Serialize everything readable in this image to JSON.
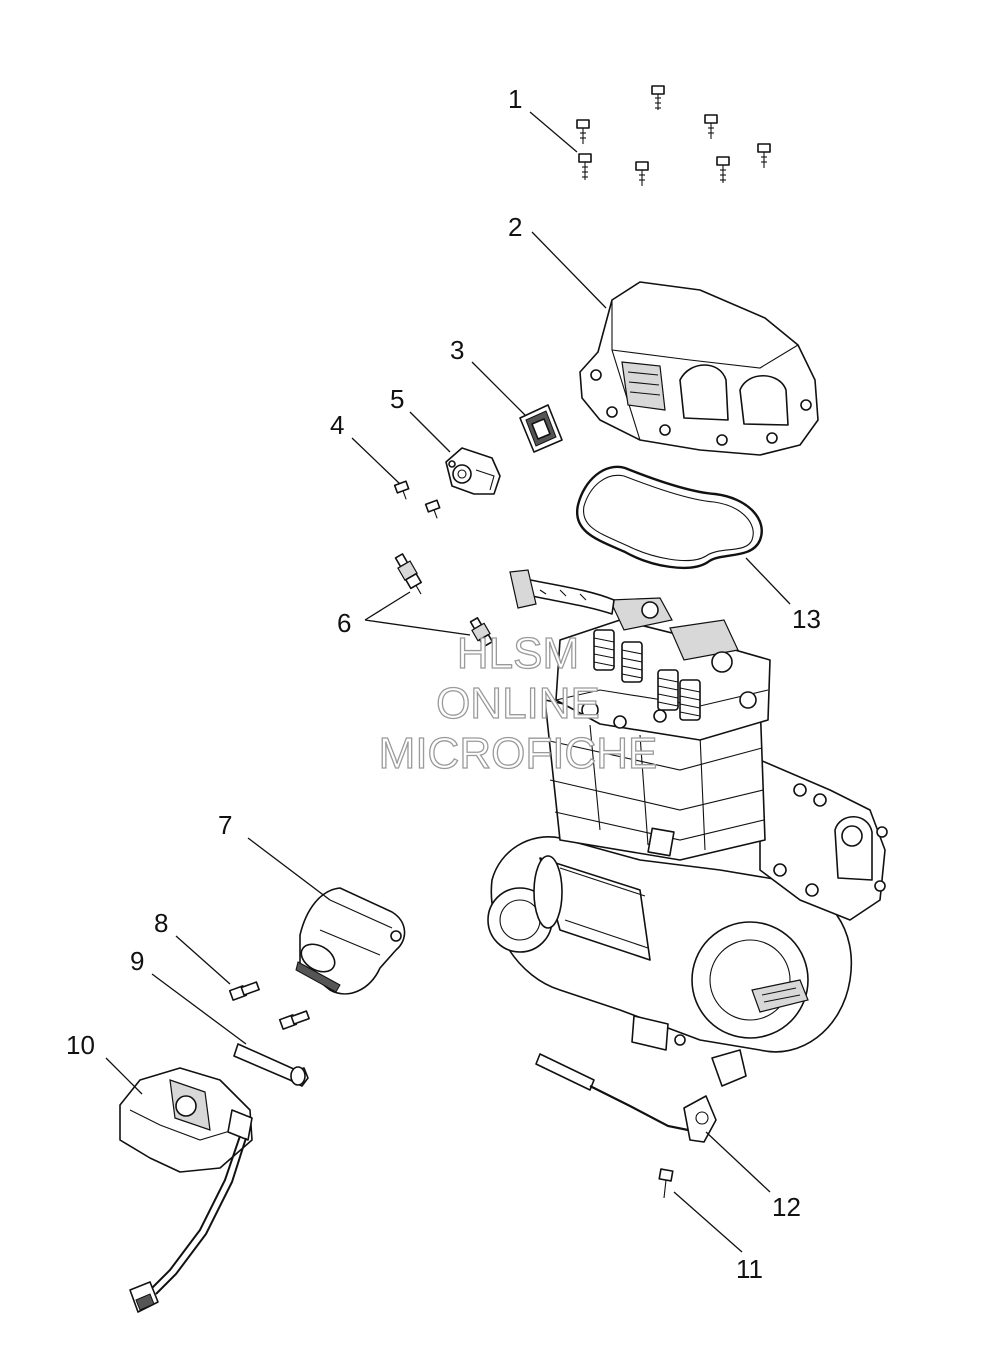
{
  "callouts": [
    {
      "id": "1",
      "label": "1"
    },
    {
      "id": "2",
      "label": "2"
    },
    {
      "id": "3",
      "label": "3"
    },
    {
      "id": "4",
      "label": "4"
    },
    {
      "id": "5",
      "label": "5"
    },
    {
      "id": "6",
      "label": "6"
    },
    {
      "id": "7",
      "label": "7"
    },
    {
      "id": "8",
      "label": "8"
    },
    {
      "id": "9",
      "label": "9"
    },
    {
      "id": "10",
      "label": "10"
    },
    {
      "id": "11",
      "label": "11"
    },
    {
      "id": "12",
      "label": "12"
    },
    {
      "id": "13",
      "label": "13"
    }
  ],
  "watermark": {
    "line1": "HLSM",
    "line2": "ONLINE",
    "line3": "MICROFICHE"
  }
}
